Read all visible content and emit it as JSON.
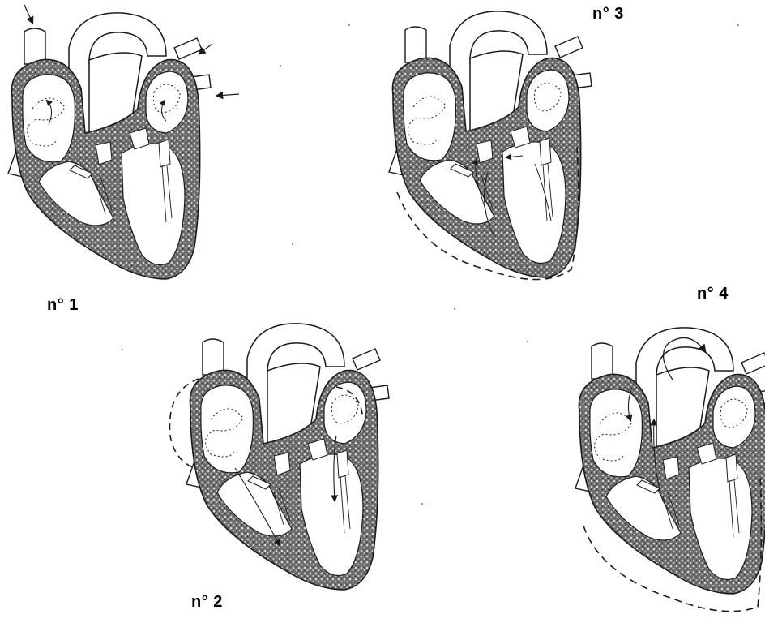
{
  "labels": {
    "heart_1": "n° 1",
    "heart_2": "n° 2",
    "heart_3": "n° 3",
    "heart_4": "n° 4"
  },
  "colors": {
    "ink": "#1a1a1a",
    "wall": "#8a8a8a",
    "paper": "#ffffff"
  }
}
